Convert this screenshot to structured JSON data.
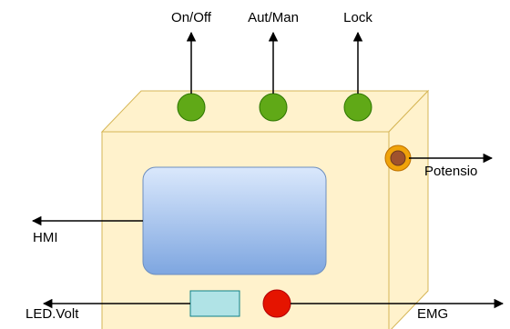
{
  "labels": {
    "on_off": "On/Off",
    "aut_man": "Aut/Man",
    "lock": "Lock",
    "potensio": "Potensio",
    "hmi": "HMI",
    "led_volt": "LED.Volt",
    "emg": "EMG"
  },
  "colors": {
    "box_fill": "#fff2cc",
    "box_stroke": "#d6b656",
    "button_green": "#60a917",
    "button_green_stroke": "#2d7600",
    "potensio_outer": "#f0a30a",
    "potensio_inner": "#a0522d",
    "hmi_top": "#dae8fc",
    "hmi_bottom": "#7ea6e0",
    "hmi_stroke": "#6c8ebf",
    "led_fill": "#b0e3e6",
    "led_stroke": "#0e8088",
    "emg_fill": "#e51400",
    "emg_stroke": "#b20000"
  }
}
